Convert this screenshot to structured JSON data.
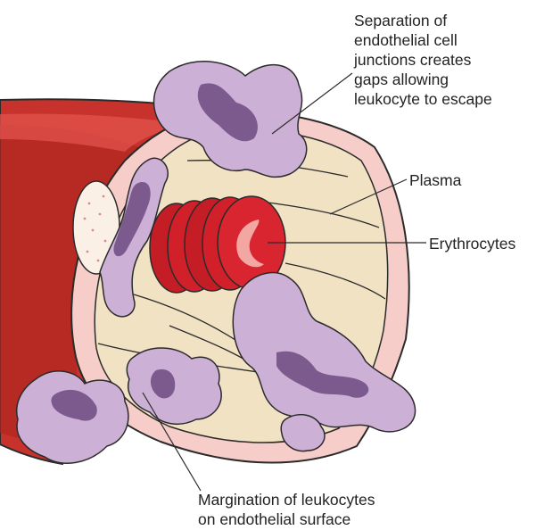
{
  "labels": {
    "separation": "Separation of\nendothelial cell\njunctions creates\ngaps allowing\nleukocyte to escape",
    "plasma": "Plasma",
    "erythrocytes": "Erythrocytes",
    "margination": "Margination of leukocytes\non endothelial surface"
  },
  "colors": {
    "vessel_wall": "#c7332c",
    "vessel_dark": "#8e1c18",
    "inner_lining": "#f6cdc9",
    "plasma": "#f1e2c4",
    "erythrocyte": "#d2202a",
    "leukocyte": "#cdb0d6",
    "leukocyte_nucleus": "#7d5a8e",
    "outline": "#2b2b2b"
  }
}
